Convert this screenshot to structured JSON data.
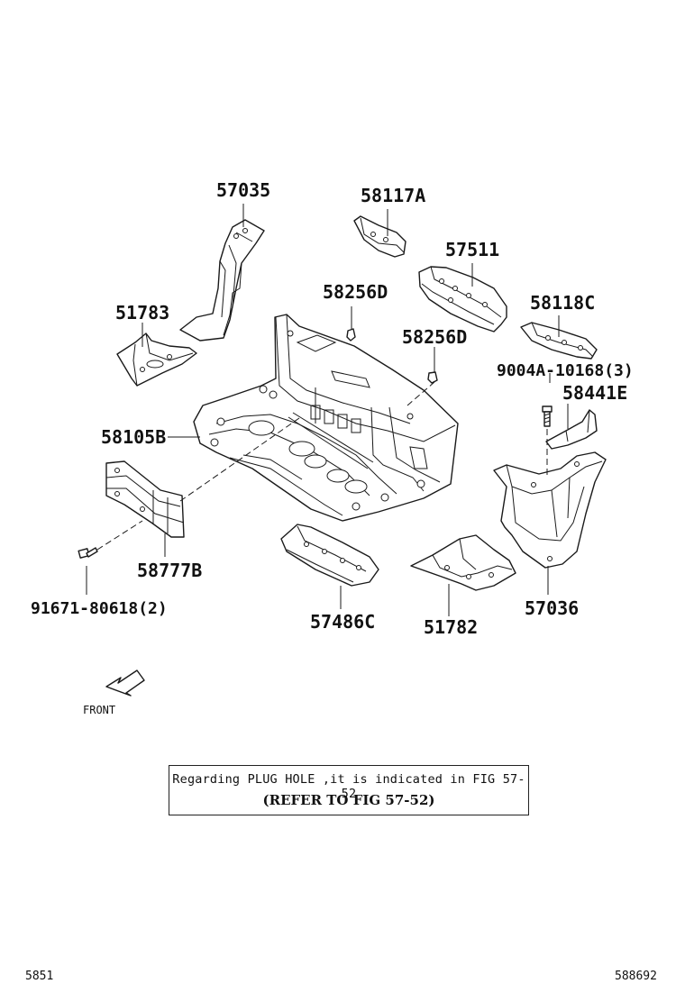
{
  "diagram": {
    "callouts": {
      "p57035": "57035",
      "p58117a": "58117A",
      "p57511": "57511",
      "p51783": "51783",
      "p58256d_1": "58256D",
      "p58256d_2": "58256D",
      "p58118c": "58118C",
      "p9004a": "9004A-10168(3)",
      "p58441e": "58441E",
      "p58105b": "58105B",
      "p58777b": "58777B",
      "p91671": "91671-80618(2)",
      "p57486c": "57486C",
      "p51782": "51782",
      "p57036": "57036"
    },
    "front_label": "FRONT",
    "note": {
      "line1": "Regarding PLUG HOLE ,it is indicated in FIG 57-52",
      "line2": "(REFER TO FIG 57-52)"
    },
    "footer_left": "5851",
    "footer_right": "588692"
  }
}
